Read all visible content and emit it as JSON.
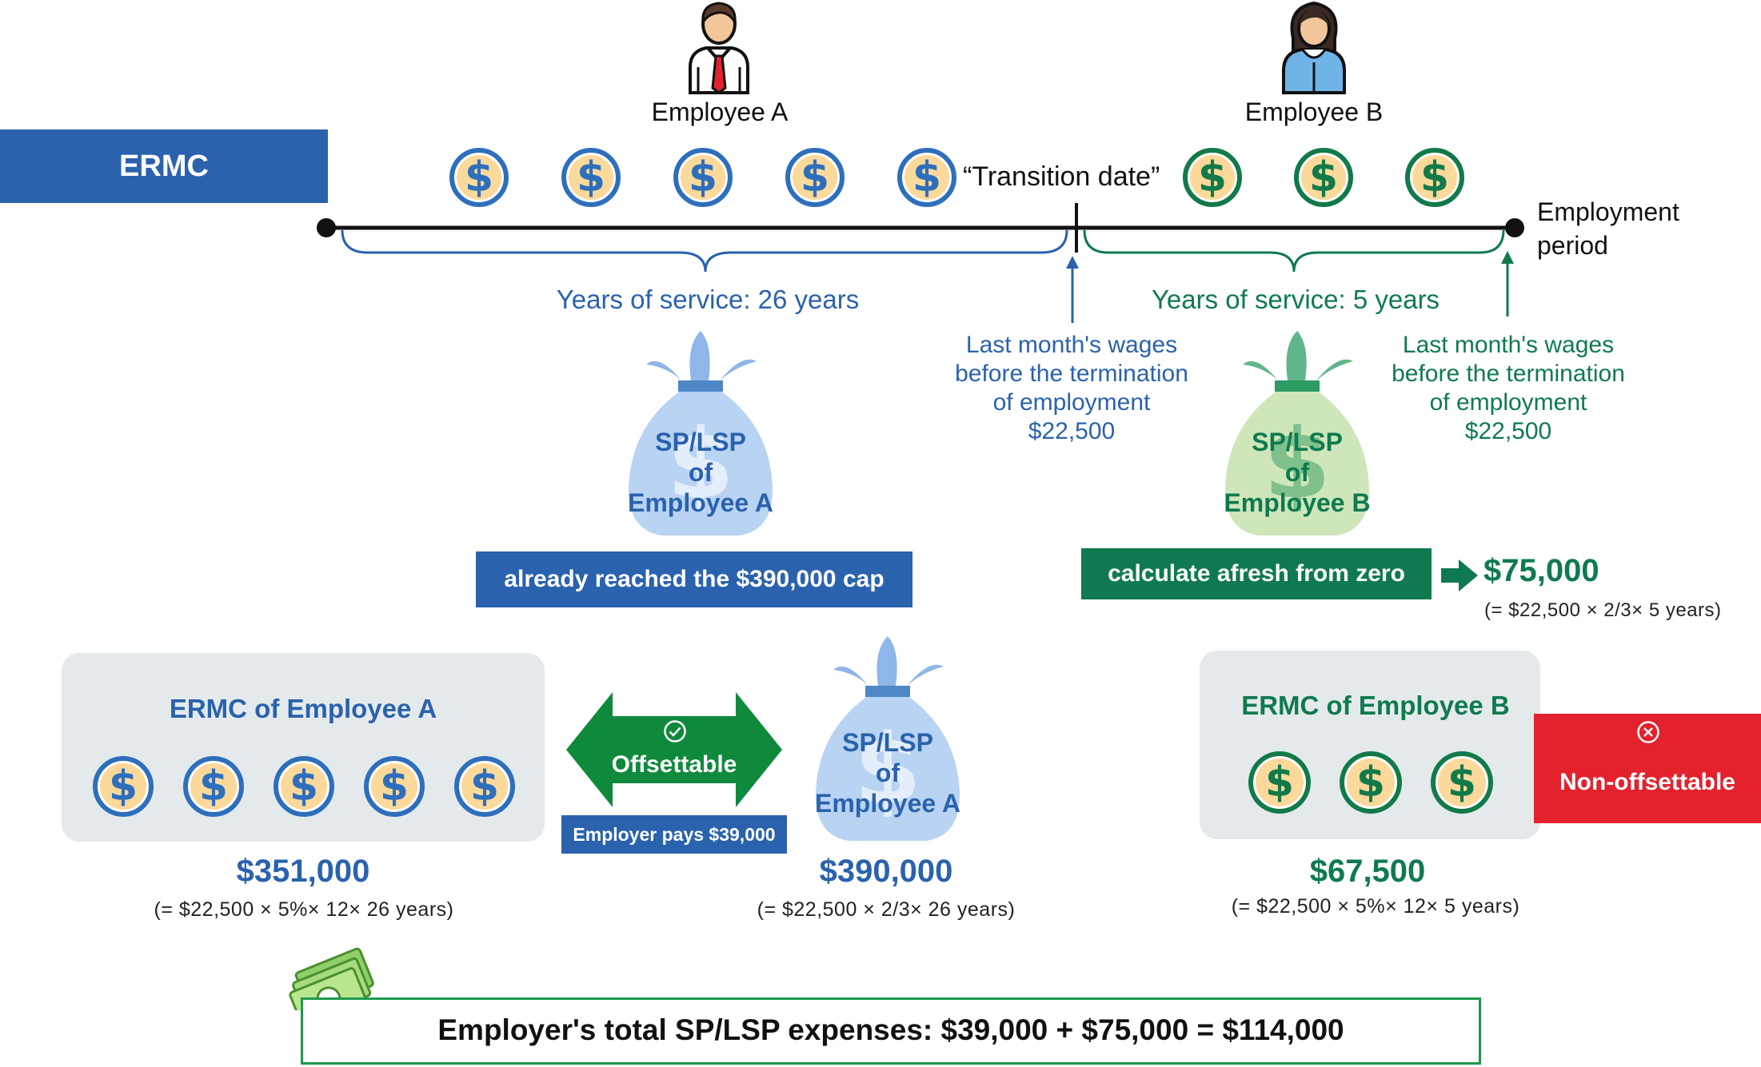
{
  "ermc_label": "ERMC",
  "employee_a": {
    "name": "Employee A",
    "years_of_service": "Years of service: 26 years",
    "bag_line1": "SP/LSP",
    "bag_line2": "of",
    "bag_line3": "Employee A",
    "cap_note": "already reached the $390,000 cap",
    "ermc_title": "ERMC of Employee A",
    "ermc_amount": "$351,000",
    "ermc_formula": "(= $22,500 × 5%× 12× 26 years)",
    "splsp_amount": "$390,000",
    "splsp_formula": "(= $22,500 × 2/3× 26 years)"
  },
  "employee_b": {
    "name": "Employee B",
    "years_of_service": "Years of service: 5 years",
    "bag_line1": "SP/LSP",
    "bag_line2": "of",
    "bag_line3": "Employee B",
    "calc_note": "calculate afresh from zero",
    "calc_amount": "$75,000",
    "calc_formula": "(= $22,500 × 2/3× 5 years)",
    "ermc_title": "ERMC of Employee B",
    "ermc_amount": "$67,500",
    "ermc_formula": "(= $22,500 × 5%× 12× 5 years)"
  },
  "timeline": {
    "transition_date": "“Transition date”",
    "end_line1": "Employment",
    "end_line2": "period"
  },
  "wages_note_a": {
    "line1": "Last month's wages",
    "line2": "before the termination",
    "line3": "of employment",
    "line4": "$22,500"
  },
  "wages_note_b": {
    "line1": "Last month's wages",
    "line2": "before the termination",
    "line3": "of employment",
    "line4": "$22,500"
  },
  "offset": {
    "label": "Offsettable",
    "employer_pays": "Employer pays $39,000",
    "non_offset_label": "Non-offsettable"
  },
  "coin_symbol": "$",
  "total": "Employer's total SP/LSP expenses: $39,000 + $75,000 = $114,000",
  "colors": {
    "blue": "#2a62ad",
    "green": "#0f7a4f",
    "red": "#e3222e",
    "panel": "#e4eaec",
    "coin_fill": "#fbd99a"
  },
  "icons": [
    "male-employee-icon",
    "female-employee-icon",
    "dollar-coin-icon",
    "money-bag-icon",
    "check-circle-icon",
    "cross-circle-icon",
    "cash-stack-icon",
    "arrow-right-icon"
  ]
}
